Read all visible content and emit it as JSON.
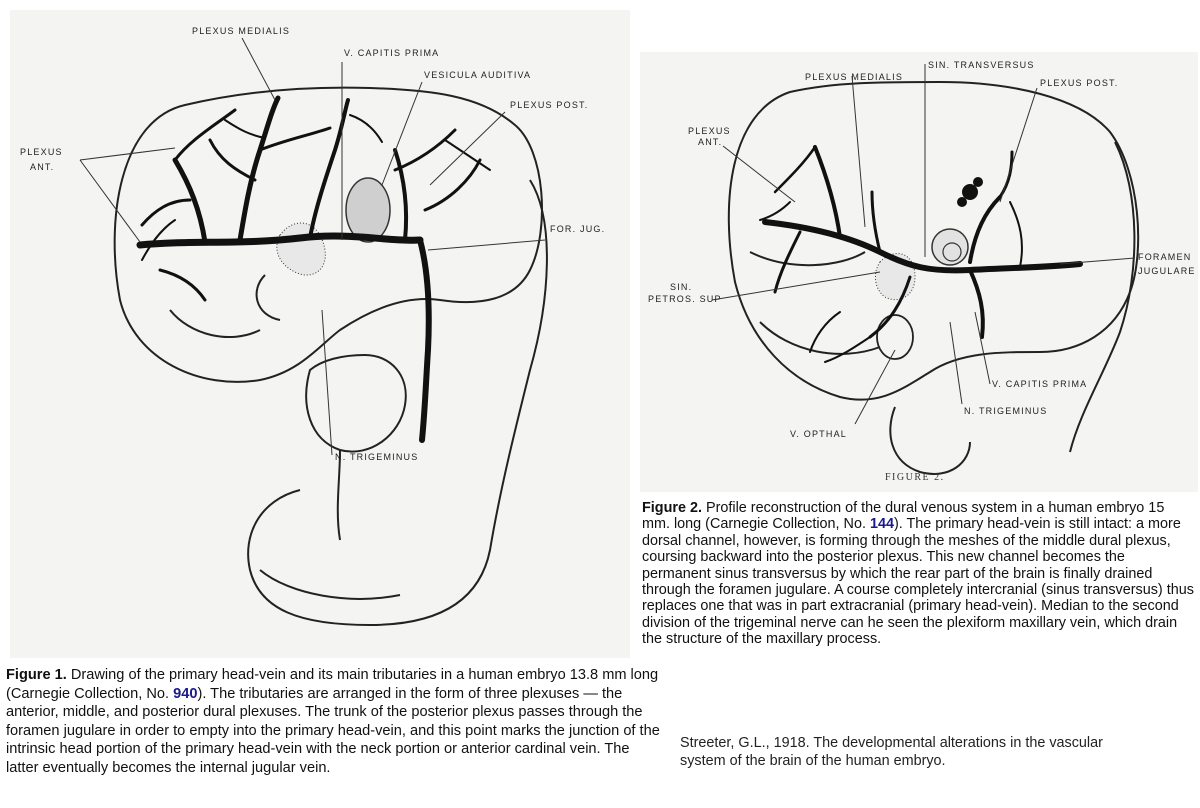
{
  "figure1": {
    "labels": {
      "plexus_medialis": "PLEXUS MEDIALIS",
      "v_capitis_prima": "V. CAPITIS PRIMA",
      "vesicula_auditiva": "VESICULA AUDITIVA",
      "plexus_post": "PLEXUS POST.",
      "plexus_ant_1": "PLEXUS",
      "plexus_ant_2": "ANT.",
      "for_jug": "FOR. JUG.",
      "n_trigeminus": "N. TRIGEMINUS"
    },
    "caption": {
      "title": "Figure 1.",
      "text_before": " Drawing of the primary head-vein and its main tributaries in a human embryo 13.8 mm long (Carnegie Collection, No. ",
      "collection_no": "940",
      "text_after": "). The tributaries are arranged in the form of three plexuses — the anterior, middle, and posterior dural plexuses. The trunk of the posterior plexus passes through the foramen jugulare in order to empty into the primary head-vein, and this point marks the junction of the intrinsic head portion of the primary head-vein with the neck portion or anterior cardinal vein. The latter eventually becomes the internal jugular vein."
    }
  },
  "figure2": {
    "labels": {
      "sin_transversus": "SIN. TRANSVERSUS",
      "plexus_medialis": "PLEXUS MEDIALIS",
      "plexus_post": "PLEXUS POST.",
      "plexus_ant_1": "PLEXUS",
      "plexus_ant_2": "ANT.",
      "foramen": "FORAMEN",
      "jugulare": "JUGULARE",
      "sin_1": "SIN.",
      "petros_sup": "PETROS. SUP",
      "v_capitis_prima": "V. CAPITIS PRIMA",
      "n_trigeminus": "N. TRIGEMINUS",
      "v_opthal": "V. OPTHAL",
      "figure_mark": "FIGURE 2."
    },
    "caption": {
      "title": "Figure 2.",
      "text_before": " Profile reconstruction of the dural venous system in a human embryo 15 mm. long (Carnegie Collection, No. ",
      "collection_no": "144",
      "text_after": "). The primary head-vein is still intact: a more dorsal channel, however, is forming through the meshes of the middle dural plexus, coursing backward into the posterior plexus. This new channel becomes the permanent sinus transversus by which the rear part of the brain is finally drained through the foramen jugulare. A course completely intercranial (sinus transversus) thus replaces one that was in part extracranial (primary head-vein). Median to the second division of the trigeminal nerve can he seen the plexiform maxillary vein, which drain the structure of the maxillary process."
    }
  },
  "citation": "Streeter, G.L., 1918. The developmental alterations in the vascular system of the brain of the human embryo.",
  "colors": {
    "link": "#1a1a8c",
    "ink": "#111111",
    "panel": "#f4f4f2"
  }
}
